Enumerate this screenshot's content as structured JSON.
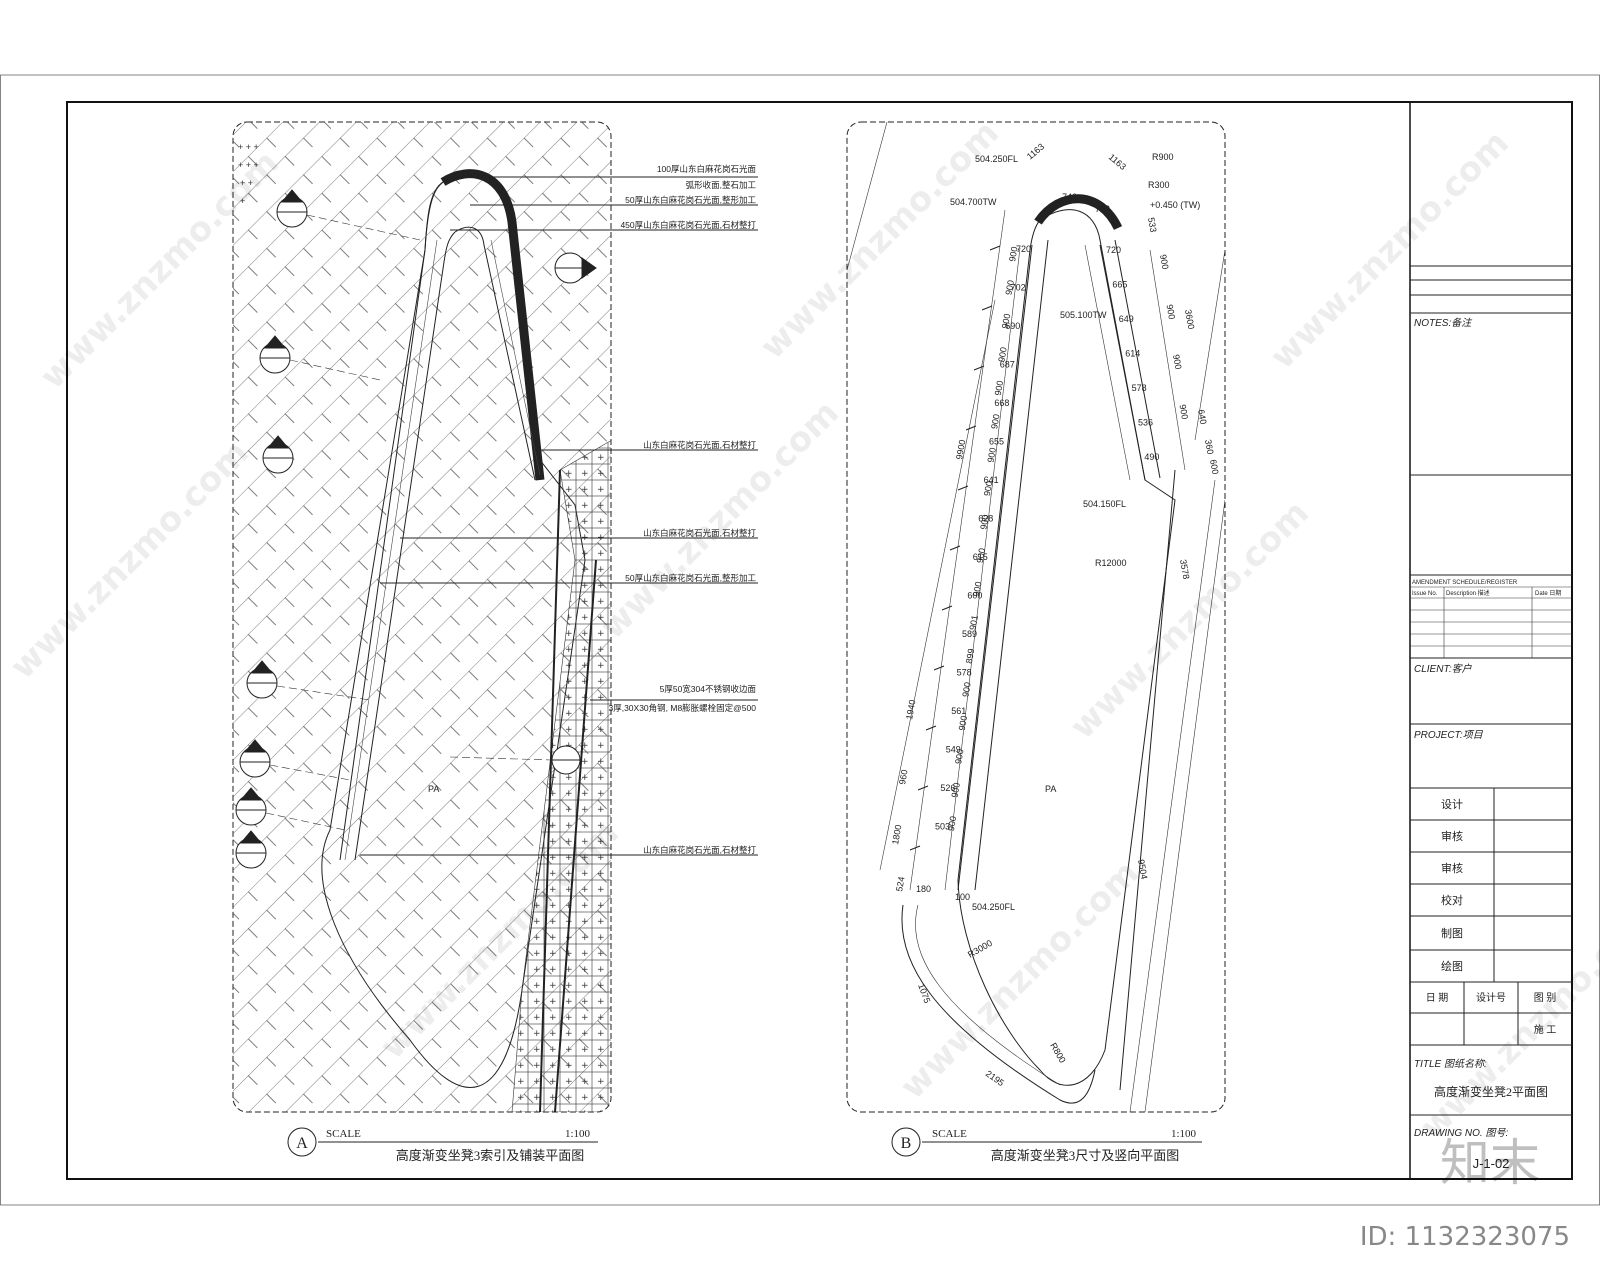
{
  "plan_a": {
    "circle": "A",
    "scale_label": "SCALE",
    "scale": "1:100",
    "title": "高度渐变坐凳3索引及铺装平面图",
    "center_text": "PA",
    "callouts": [
      "100厚山东白麻花岗石光面",
      "弧形收面,整石加工",
      "50厚山东白麻花岗石光面,整形加工",
      "450厚山东白麻花岗石光面,石材整打",
      "山东白麻花岗石光面,石材整打",
      "山东白麻花岗石光面,石材整打",
      "50厚山东白麻花岗石光面,整形加工",
      "5厚50宽304不锈钢收边面",
      "3厚,30X30角钢, M8膨胀螺栓固定@500",
      "山东白麻花岗石光面,石材整打"
    ]
  },
  "plan_b": {
    "circle": "B",
    "scale_label": "SCALE",
    "scale": "1:100",
    "title": "高度渐变坐凳3尺寸及竖向平面图",
    "center_text": "PA",
    "elevations": [
      "504.250FL",
      "504.700TW",
      "505.100TW",
      "+0.450 (TW)",
      "504.150FL",
      "504.250FL"
    ],
    "radii": [
      "R900",
      "R300",
      "R12000",
      "R3000",
      "R800"
    ],
    "dims_left": [
      "900",
      "900",
      "900",
      "900",
      "900",
      "900",
      "900",
      "900",
      "900",
      "900",
      "900",
      "901",
      "899",
      "900",
      "900",
      "900",
      "900",
      "900"
    ],
    "dims_total": [
      "9900",
      "1940",
      "960",
      "1800",
      "524",
      "180",
      "100",
      "1075",
      "2195"
    ],
    "heights_left": [
      "720",
      "702",
      "690",
      "687",
      "668",
      "655",
      "641",
      "628",
      "615",
      "600",
      "589",
      "578",
      "561",
      "549",
      "526",
      "503"
    ],
    "heights_right": [
      "720",
      "665",
      "649",
      "614",
      "578",
      "536",
      "490"
    ],
    "dims_right": [
      "900",
      "900",
      "900",
      "900",
      "3600",
      "640",
      "360",
      "600",
      "3578",
      "9504",
      "533",
      "1163",
      "1163"
    ],
    "arc_top": [
      "746",
      "733"
    ]
  },
  "title_block": {
    "notes": "NOTES:备注",
    "amendment": "AMENDMENT SCHEDULE/REGISTER",
    "amend_cols": [
      "Issue No.",
      "Description 描述",
      "Date 日期"
    ],
    "client": "CLIENT:客户",
    "project": "PROJECT:项目",
    "roles": [
      "设计",
      "审核",
      "审核",
      "校对",
      "制图",
      "绘图"
    ],
    "footer": [
      "日 期",
      "设计号",
      "图 别",
      "",
      "",
      "施 工"
    ],
    "title": "TITLE 图纸名称:",
    "title_value": "高度渐变坐凳2平面图",
    "drawing_no": "DRAWING NO. 图号:",
    "drawing_no_value": "J-1-02"
  },
  "watermark": {
    "text": "www.znzmo.com",
    "brand": "知末",
    "id": "ID: 1132323075"
  }
}
